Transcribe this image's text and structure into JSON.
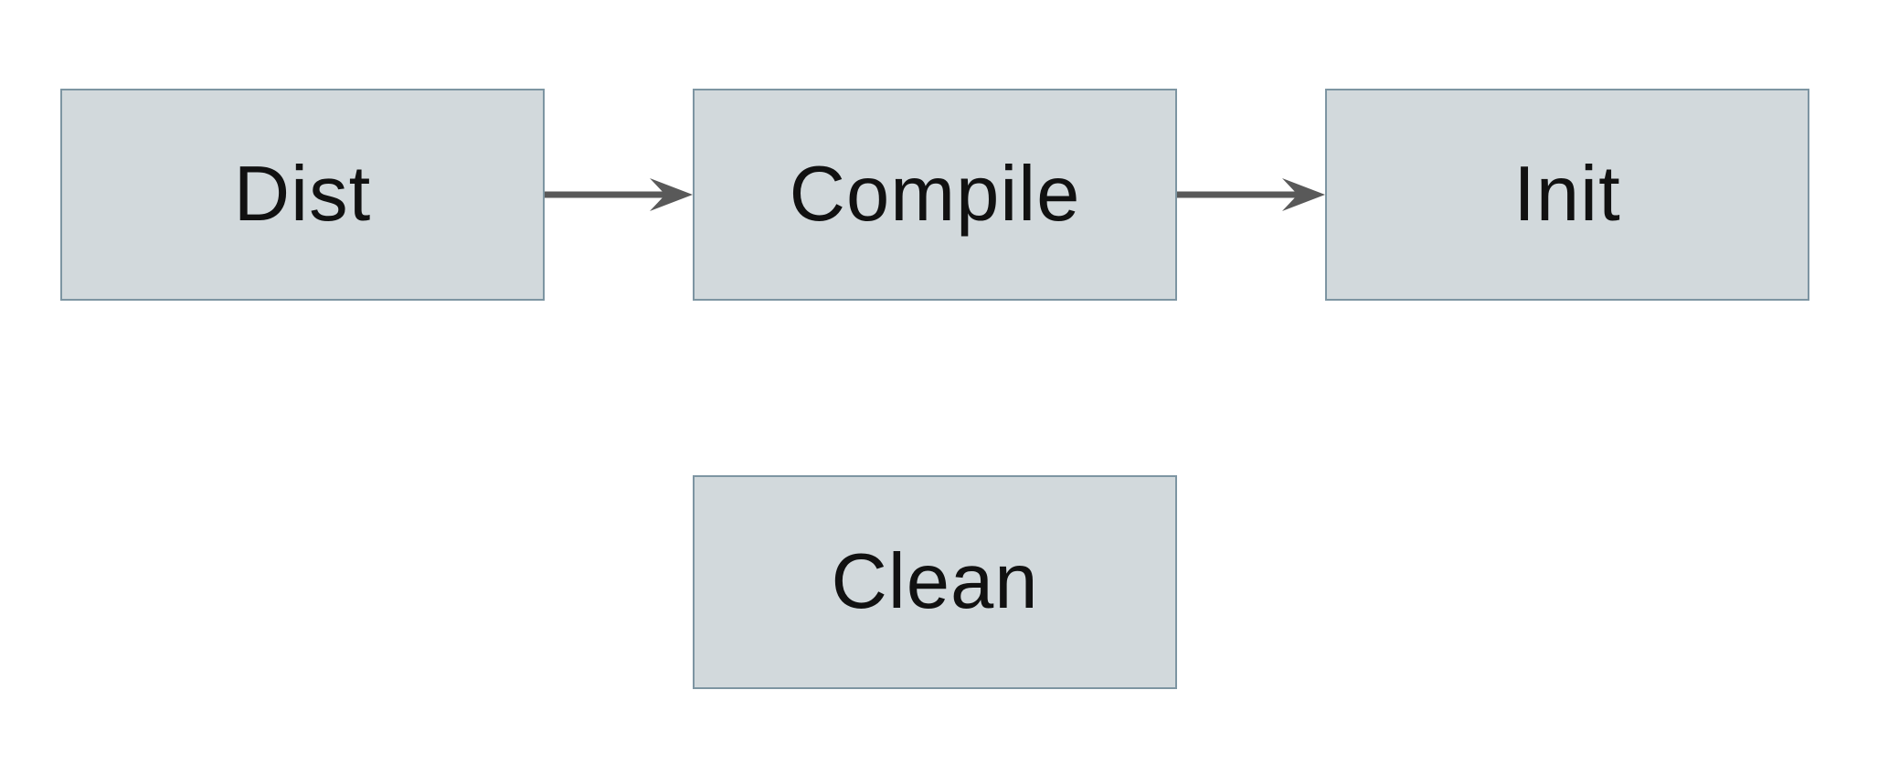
{
  "diagram": {
    "type": "flowchart",
    "nodes": [
      {
        "id": "dist",
        "label": "Dist"
      },
      {
        "id": "compile",
        "label": "Compile"
      },
      {
        "id": "init",
        "label": "Init"
      },
      {
        "id": "clean",
        "label": "Clean"
      }
    ],
    "edges": [
      {
        "from": "dist",
        "to": "compile",
        "style": "solid-barbed-arrow",
        "direction": "right"
      },
      {
        "from": "compile",
        "to": "init",
        "style": "solid-barbed-arrow",
        "direction": "right"
      }
    ]
  },
  "colors": {
    "background": "#ffffff",
    "node_fill": "#d2d9dc",
    "node_border": "#7d95a2",
    "arrow": "#595959",
    "label_text": "#111111"
  }
}
